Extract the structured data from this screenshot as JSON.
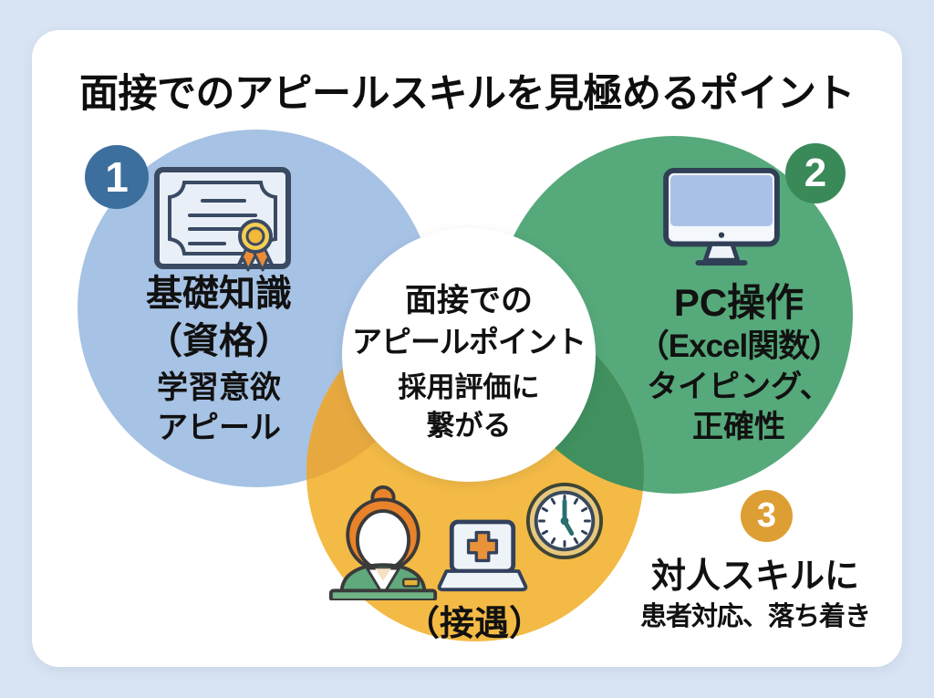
{
  "title": "面接でのアピールスキルを見極めるポイント",
  "colors": {
    "page_background": "#d8e4f3",
    "card_background": "#ffffff",
    "circle_blue": "#a6c2e4",
    "circle_green": "#56a97a",
    "circle_yellow": "#f3ba45",
    "overlap_blue_yellow": "#e7a93f",
    "overlap_green_yellow": "#41905f",
    "badge_1_color": "#3d6f9e",
    "badge_2_color": "#398a58",
    "badge_3_color": "#dd9e33",
    "text_color": "#111111"
  },
  "knowledge": {
    "badge": "1",
    "icon": "certificate-icon",
    "title_line1": "基礎知識",
    "title_line2": "（資格）",
    "sub_line1": "学習意欲",
    "sub_line2": "アピール"
  },
  "pc": {
    "badge": "2",
    "icon": "desktop-monitor-icon",
    "title_line1": "PC操作",
    "title_line2": "（Excel関数）",
    "sub_line1": "タイピング、",
    "sub_line2": "正確性"
  },
  "center": {
    "line1": "面接での",
    "line2": "アピールポイント",
    "line3": "採用評価に",
    "line4": "繋がる"
  },
  "reception": {
    "icons": [
      "receptionist-icon",
      "medical-laptop-icon",
      "clock-icon"
    ],
    "label": "（接遇）"
  },
  "interpersonal": {
    "badge": "3",
    "line1": "対人スキルに",
    "line2": "患者対応、落ち着き"
  }
}
